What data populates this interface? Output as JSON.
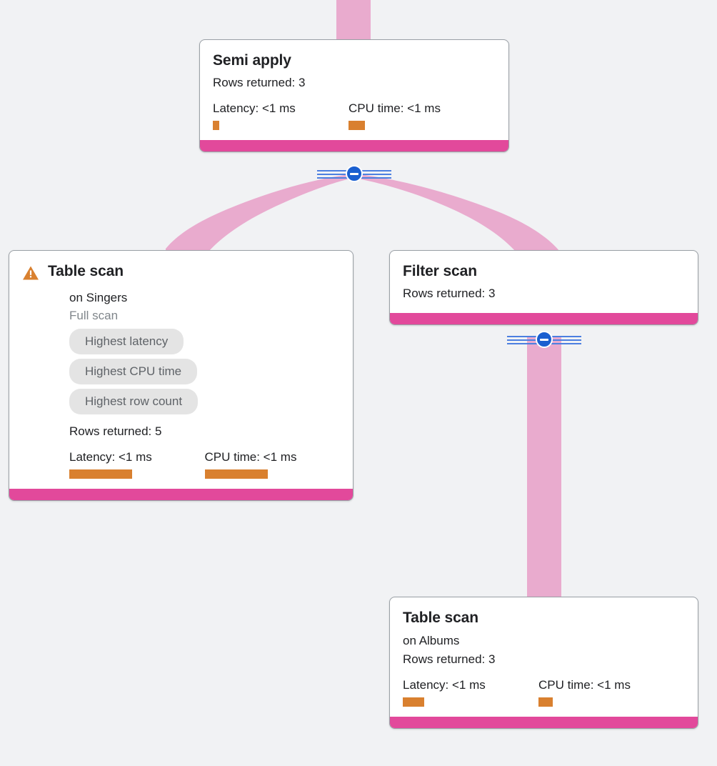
{
  "theme": {
    "background": "#f1f2f4",
    "card_background": "#ffffff",
    "card_border": "#9aa0a6",
    "accent_bar": "#e2499b",
    "edge_ribbon": "#e9abce",
    "metric_bar": "#d9802f",
    "chip_background": "#e4e4e4",
    "chip_text": "#5f6368",
    "toggle_circle": "#1a5fd0",
    "toggle_rail": "#4c7fe0",
    "warning_icon": "#d9802f",
    "text_primary": "#202124",
    "text_muted": "#80868b"
  },
  "nodes": {
    "semi_apply": {
      "title": "Semi apply",
      "rows_returned": "Rows returned: 3",
      "latency_label": "Latency: <1 ms",
      "cpu_label": "CPU time: <1 ms",
      "latency_bar_width": 9,
      "cpu_bar_width": 23
    },
    "table_scan_singers": {
      "warning_icon": "warning-triangle-icon",
      "title": "Table scan",
      "target": "on Singers",
      "scan_type": "Full scan",
      "chips": [
        "Highest latency",
        "Highest CPU time",
        "Highest row count"
      ],
      "rows_returned": "Rows returned: 5",
      "latency_label": "Latency: <1 ms",
      "cpu_label": "CPU time: <1 ms",
      "latency_bar_width": 88,
      "cpu_bar_width": 88
    },
    "filter_scan": {
      "title": "Filter scan",
      "rows_returned": "Rows returned: 3"
    },
    "table_scan_albums": {
      "title": "Table scan",
      "target": "on Albums",
      "rows_returned": "Rows returned: 3",
      "latency_label": "Latency: <1 ms",
      "cpu_label": "CPU time: <1 ms",
      "latency_bar_width": 30,
      "cpu_bar_width": 20
    }
  },
  "toggles": {
    "semi_apply_collapse": "collapse-children-toggle",
    "filter_scan_collapse": "collapse-children-toggle"
  },
  "edges": [
    {
      "name": "edge-into-semi-apply",
      "from": "parent",
      "to": "semi_apply"
    },
    {
      "name": "edge-semi-apply-to-table-scan-singers",
      "from": "semi_apply",
      "to": "table_scan_singers"
    },
    {
      "name": "edge-semi-apply-to-filter-scan",
      "from": "semi_apply",
      "to": "filter_scan"
    },
    {
      "name": "edge-filter-scan-to-table-scan-albums",
      "from": "filter_scan",
      "to": "table_scan_albums"
    }
  ]
}
